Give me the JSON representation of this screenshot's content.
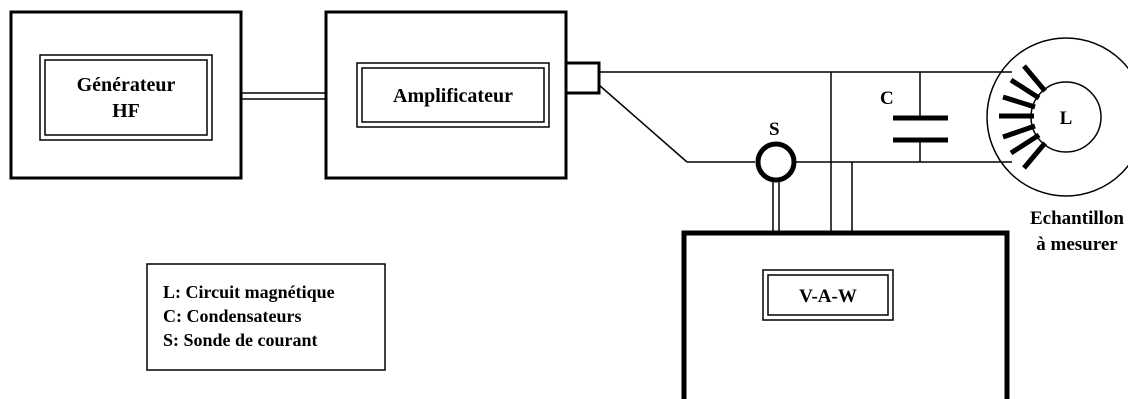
{
  "blocks": {
    "generator": {
      "line1": "Générateur",
      "line2": "HF"
    },
    "amplifier": {
      "label": "Amplificateur"
    },
    "meter": {
      "label": "V-A-W"
    }
  },
  "labels": {
    "probe": "S",
    "capacitor": "C",
    "core": "L",
    "sample_line1": "Echantillon",
    "sample_line2": "à mesurer"
  },
  "legend": {
    "items": [
      "L: Circuit magnétique",
      "C: Condensateurs",
      "S: Sonde de courant"
    ]
  }
}
